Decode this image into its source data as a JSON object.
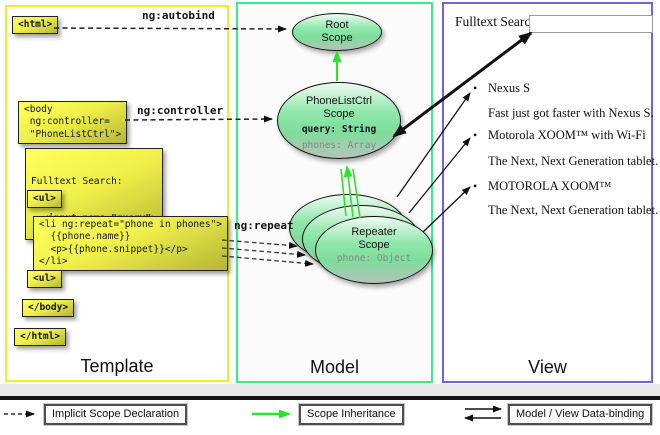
{
  "template_column": {
    "label": "Template",
    "boxes": {
      "html_open": "<html>",
      "body_open": "<body\n ng:controller=\n \"PhoneListCtrl\">",
      "fulltext_line1": "Fulltext Search:",
      "fulltext_line2": "  <input name=\"query\">",
      "ul_open": "<ul>",
      "li_repeat": "<li ng:repeat=\"phone in phones\">\n  {{phone.name}}\n  <p>{{phone.snippet}}</p>\n</li>",
      "ul_close": "<ul>",
      "body_close": "</body>",
      "html_close": "</html>"
    }
  },
  "model_column": {
    "label": "Model",
    "root_scope": {
      "title": "Root\nScope"
    },
    "phonelist_scope": {
      "title": "PhoneListCtrl\nScope",
      "prop_query": "query: String",
      "prop_phones": "phones: Array"
    },
    "repeater_scope": {
      "title": "Repeater\nScope",
      "prop_phone": "phone: Object"
    }
  },
  "view_column": {
    "label": "View",
    "search_label": "Fulltext Search:",
    "search_value": "",
    "bullet_glyph": "•",
    "items": [
      {
        "title": "Nexus S",
        "desc": "Fast just got faster with Nexus S."
      },
      {
        "title": "Motorola XOOM™  with Wi-Fi",
        "desc": "The Next, Next Generation tablet."
      },
      {
        "title": "MOTOROLA XOOM™",
        "desc": "The Next, Next Generation tablet."
      }
    ]
  },
  "arrow_labels": {
    "autobind": "ng:autobind",
    "controller": "ng:controller",
    "repeat": "ng:repeat"
  },
  "legend": {
    "implicit": "Implicit Scope Declaration",
    "inheritance": "Scope Inheritance",
    "binding": "Model / View Data-binding"
  },
  "colors": {
    "template_border": "#f2ee2d",
    "model_border": "#3ce98e",
    "view_border": "#7661d8",
    "scope_fill": "#8fe7ab",
    "code_box_fill": "#f0f04a",
    "inheritance_arrow": "#2ce22c",
    "binding_arrow": "#111111"
  }
}
